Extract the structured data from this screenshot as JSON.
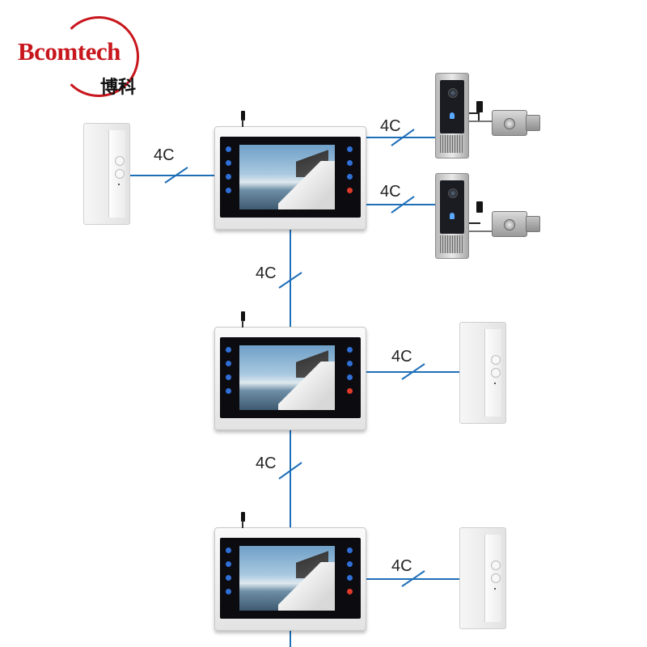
{
  "brand": {
    "name": "Bcomtech",
    "name_cn": "博科",
    "color": "#c8161d"
  },
  "wire_color": "#1f6fb8",
  "connections": [
    {
      "id": "handset-to-monitor-1",
      "label": "4C"
    },
    {
      "id": "monitor-1-to-door-station-1",
      "label": "4C"
    },
    {
      "id": "monitor-1-to-door-station-2",
      "label": "4C"
    },
    {
      "id": "monitor-1-to-monitor-2",
      "label": "4C"
    },
    {
      "id": "monitor-2-to-handset",
      "label": "4C"
    },
    {
      "id": "monitor-2-to-monitor-3",
      "label": "4C"
    },
    {
      "id": "monitor-3-to-handset",
      "label": "4C"
    }
  ],
  "devices": {
    "indoor_monitors": 3,
    "handsets": 3,
    "door_stations": 2,
    "electric_locks": 2
  }
}
